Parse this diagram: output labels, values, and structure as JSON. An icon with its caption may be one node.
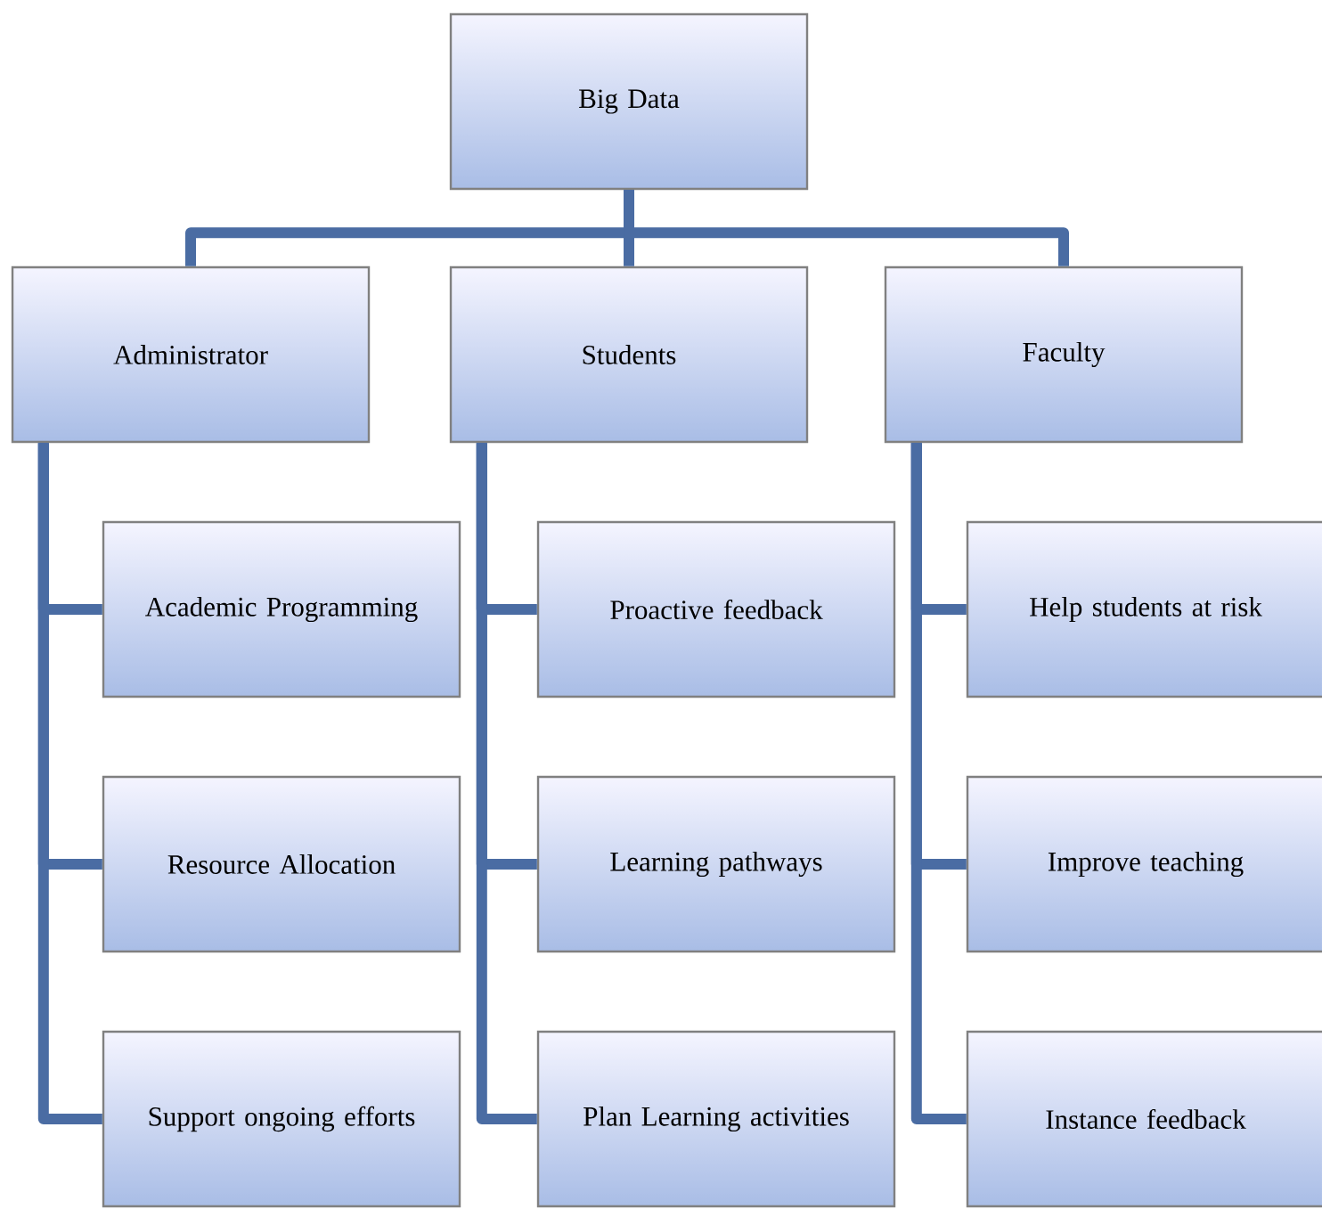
{
  "diagram": {
    "nodes": [
      {
        "text": [
          "Big Data"
        ]
      },
      {
        "text": [
          "Administrator"
        ]
      },
      {
        "text": [
          "Students"
        ]
      },
      {
        "text": [
          "Faculty"
        ]
      },
      {
        "text": [
          "Academic Programming"
        ]
      },
      {
        "text": [
          "Resource Allocation"
        ]
      },
      {
        "text": [
          "Support ongoing efforts"
        ]
      },
      {
        "text": [
          "Proactive feedback"
        ]
      },
      {
        "text": [
          "Learning pathways"
        ]
      },
      {
        "text": [
          "Plan Learning activities"
        ]
      },
      {
        "text": [
          "Help students at risk"
        ]
      },
      {
        "text": [
          "Improve teaching"
        ]
      },
      {
        "text": [
          "Instance feedback"
        ]
      }
    ],
    "edges": [
      {
        "from": 0,
        "to": 1,
        "arrow": "none"
      },
      {
        "from": 0,
        "to": 2,
        "arrow": "none"
      },
      {
        "from": 0,
        "to": 3,
        "arrow": "none"
      },
      {
        "from": 1,
        "to": 4,
        "arrow": "none"
      },
      {
        "from": 1,
        "to": 5,
        "arrow": "none"
      },
      {
        "from": 1,
        "to": 6,
        "arrow": "none"
      },
      {
        "from": 2,
        "to": 7,
        "arrow": "none"
      },
      {
        "from": 2,
        "to": 8,
        "arrow": "none"
      },
      {
        "from": 2,
        "to": 9,
        "arrow": "none"
      },
      {
        "from": 3,
        "to": 10,
        "arrow": "none"
      },
      {
        "from": 3,
        "to": 11,
        "arrow": "none"
      },
      {
        "from": 3,
        "to": 12,
        "arrow": "none"
      }
    ]
  }
}
